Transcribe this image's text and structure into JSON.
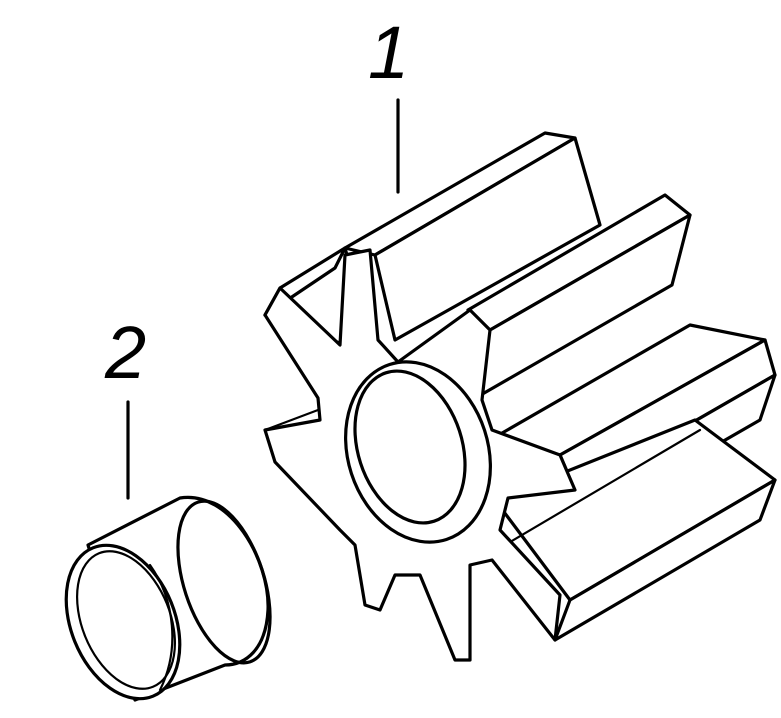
{
  "callouts": [
    {
      "id": "impeller",
      "number": "1"
    },
    {
      "id": "sleeve",
      "number": "2"
    }
  ],
  "colors": {
    "line": "#000000",
    "background": "#ffffff"
  }
}
